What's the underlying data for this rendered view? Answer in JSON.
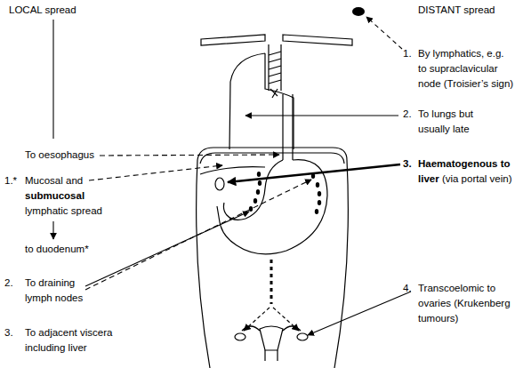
{
  "diagram": {
    "labels": [
      "LOCAL spread",
      "DISTANT spread",
      "1.",
      "By lymphatics, e.g. to supraclavicular node (Troisier’s sign)",
      "2.",
      "To lungs but usually late",
      "To oesophagus",
      "3.",
      "Haematogenous to liver",
      "(via portal vein)",
      "1.*",
      "Mucosal and",
      "submucosal",
      "lymphatic spread",
      "to duodenum*",
      "2.",
      "To draining lymph nodes",
      "4.",
      "Transcoelomic to ovaries (Krukenberg tumours)",
      "3.",
      "To adjacent viscera including liver"
    ]
  }
}
